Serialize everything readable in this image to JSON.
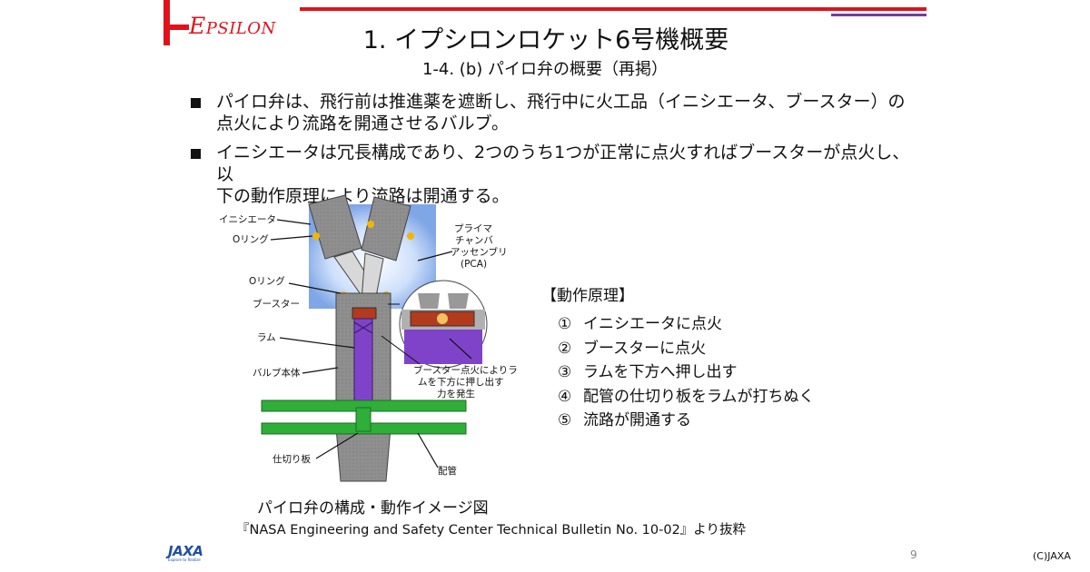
{
  "brand": {
    "logo_text_big": "E",
    "logo_text_rest": "PSILON"
  },
  "title": "1. イプシロンロケット6号機概要",
  "subtitle": "1-4. (b) パイロ弁の概要（再掲）",
  "bullets": [
    {
      "line1": "パイロ弁は、飛行前は推進薬を遮断し、飛行中に火工品（イニシエータ、ブースター）の",
      "line2": "点火により流路を開通させるバルブ。"
    },
    {
      "line1": "イニシエータは冗長構成であり、2つのうち1つが正常に点火すればブースターが点火し、以",
      "line2": "下の動作原理により流路は開通する。"
    }
  ],
  "diagram": {
    "labels": {
      "initiator": "イニシエータ",
      "oring_top": "Oリング",
      "primer_1": "プライマ",
      "primer_2": "チャンバ",
      "primer_3": "アッセンブリ",
      "primer_4": "(PCA)",
      "oring_mid": "Oリング",
      "booster": "ブースター",
      "ram": "ラム",
      "body": "バルブ本体",
      "force_1": "ブースター点火によりラ",
      "force_2": "ムを下方に押し出す",
      "force_3": "力を発生",
      "partition": "仕切り板",
      "pipe": "配管"
    }
  },
  "principle": {
    "heading": "【動作原理】",
    "items": [
      {
        "num": "①",
        "text": "イニシエータに点火"
      },
      {
        "num": "②",
        "text": "ブースターに点火"
      },
      {
        "num": "③",
        "text": "ラムを下方へ押し出す"
      },
      {
        "num": "④",
        "text": "配管の仕切り板をラムが打ちぬく"
      },
      {
        "num": "⑤",
        "text": "流路が開通する"
      }
    ]
  },
  "caption": "パイロ弁の構成・動作イメージ図",
  "source": "『NASA Engineering and Safety Center Technical Bulletin No. 10-02』より抜粋",
  "footer": {
    "jaxa": "JAXA",
    "tagline": "Explore to Realize",
    "page": "9",
    "copyright": "(C)JAXA"
  },
  "colors": {
    "red": "#e0121b",
    "purple": "#7a3b96",
    "green": "#2fae3a",
    "grey": "#8f8f8f",
    "jaxa_blue": "#1e4fa3"
  }
}
